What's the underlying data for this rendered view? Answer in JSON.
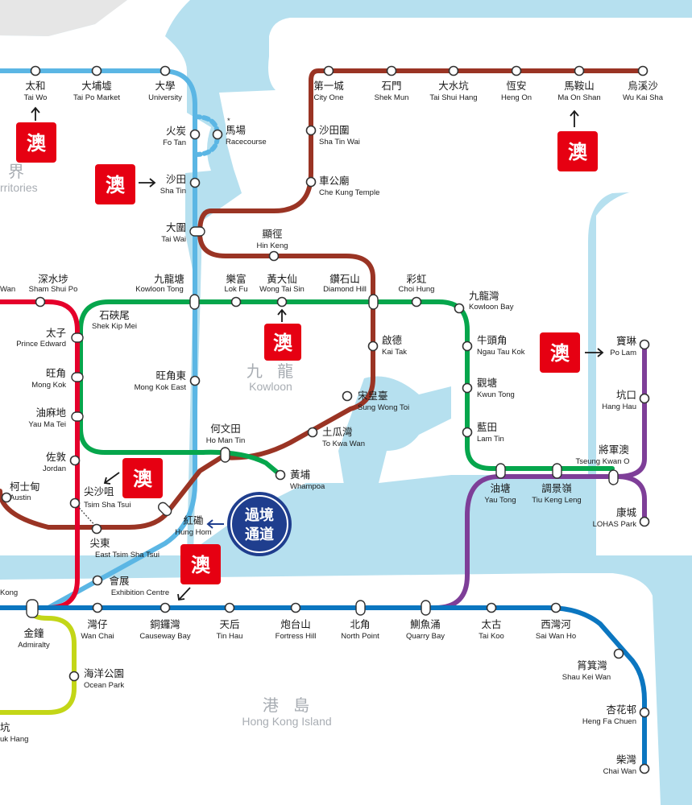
{
  "colors": {
    "water": "#b6e0ef",
    "land": "#ffffff",
    "land_grey": "#e6e6e6",
    "east_rail": "#5bb6e4",
    "tuen_ma": "#9a3424",
    "kwun_tong": "#06a64c",
    "tsuen_wan": "#e5002b",
    "tseung_kwan_o": "#7e3e98",
    "island": "#0b76c0",
    "south_island": "#c3d617",
    "seal": "#e60012",
    "border_badge": "#1f3e8e"
  },
  "districts": {
    "new_territories": {
      "zh": "界",
      "en": "rritories"
    },
    "kowloon": {
      "zh": "九 龍",
      "en": "Kowloon"
    },
    "hong_kong_island": {
      "zh": "港 島",
      "en": "Hong Kong Island"
    }
  },
  "stations": {
    "tai_wo": {
      "zh": "太和",
      "en": "Tai Wo"
    },
    "tai_po_market": {
      "zh": "大埔墟",
      "en": "Tai Po Market"
    },
    "university": {
      "zh": "大學",
      "en": "University"
    },
    "fo_tan": {
      "zh": "火炭",
      "en": "Fo Tan"
    },
    "racecourse": {
      "zh": "馬場",
      "en": "Racecourse",
      "mark": "*"
    },
    "sha_tin": {
      "zh": "沙田",
      "en": "Sha Tin"
    },
    "tai_wai": {
      "zh": "大圍",
      "en": "Tai Wai"
    },
    "city_one": {
      "zh": "第一城",
      "en": "City One"
    },
    "shek_mun": {
      "zh": "石門",
      "en": "Shek Mun"
    },
    "tai_shui_hang": {
      "zh": "大水坑",
      "en": "Tai Shui Hang"
    },
    "heng_on": {
      "zh": "恆安",
      "en": "Heng On"
    },
    "ma_on_shan": {
      "zh": "馬鞍山",
      "en": "Ma On Shan"
    },
    "wu_kai_sha": {
      "zh": "烏溪沙",
      "en": "Wu Kai Sha"
    },
    "sha_tin_wai": {
      "zh": "沙田圍",
      "en": "Sha Tin Wai"
    },
    "che_kung_temple": {
      "zh": "車公廟",
      "en": "Che Kung Temple"
    },
    "hin_keng": {
      "zh": "顯徑",
      "en": "Hin Keng"
    },
    "lai_wan_partial": {
      "zh": "",
      "en": "Wan"
    },
    "sham_shui_po": {
      "zh": "深水埗",
      "en": "Sham Shui Po"
    },
    "kowloon_tong": {
      "zh": "九龍塘",
      "en": "Kowloon Tong"
    },
    "lok_fu": {
      "zh": "樂富",
      "en": "Lok Fu"
    },
    "wong_tai_sin": {
      "zh": "黃大仙",
      "en": "Wong Tai Sin"
    },
    "diamond_hill": {
      "zh": "鑽石山",
      "en": "Diamond Hill"
    },
    "choi_hung": {
      "zh": "彩虹",
      "en": "Choi Hung"
    },
    "kowloon_bay": {
      "zh": "九龍灣",
      "en": "Kowloon Bay"
    },
    "shek_kip_mei": {
      "zh": "石硤尾",
      "en": "Shek Kip Mei"
    },
    "prince_edward": {
      "zh": "太子",
      "en": "Prince Edward"
    },
    "kai_tak": {
      "zh": "啟德",
      "en": "Kai Tak"
    },
    "ngau_tau_kok": {
      "zh": "牛頭角",
      "en": "Ngau Tau Kok"
    },
    "po_lam": {
      "zh": "寶琳",
      "en": "Po Lam"
    },
    "mong_kok": {
      "zh": "旺角",
      "en": "Mong Kok"
    },
    "mong_kok_east": {
      "zh": "旺角東",
      "en": "Mong Kok East"
    },
    "kwun_tong": {
      "zh": "觀塘",
      "en": "Kwun Tong"
    },
    "hang_hau": {
      "zh": "坑口",
      "en": "Hang Hau"
    },
    "sung_wong_toi": {
      "zh": "宋皇臺",
      "en": "Sung Wong Toi"
    },
    "yau_ma_tei": {
      "zh": "油麻地",
      "en": "Yau Ma Tei"
    },
    "to_kwa_wan": {
      "zh": "土瓜灣",
      "en": "To Kwa Wan"
    },
    "ho_man_tin": {
      "zh": "何文田",
      "en": "Ho Man Tin"
    },
    "lam_tin": {
      "zh": "藍田",
      "en": "Lam Tin"
    },
    "tseung_kwan_o": {
      "zh": "將軍澳",
      "en": "Tseung Kwan O"
    },
    "jordan": {
      "zh": "佐敦",
      "en": "Jordan"
    },
    "whampoa": {
      "zh": "黃埔",
      "en": "Whampoa"
    },
    "austin": {
      "zh": "柯士甸",
      "en": "Austin"
    },
    "tsim_sha_tsui": {
      "zh": "尖沙咀",
      "en": "Tsim Sha Tsui"
    },
    "yau_tong": {
      "zh": "油塘",
      "en": "Yau Tong"
    },
    "tiu_keng_leng": {
      "zh": "調景嶺",
      "en": "Tiu Keng Leng"
    },
    "hung_hom": {
      "zh": "紅磡",
      "en": "Hung Hom"
    },
    "lohas_park": {
      "zh": "康城",
      "en": "LOHAS Park"
    },
    "east_tsim_sha_tsui": {
      "zh": "尖東",
      "en": "East Tsim Sha Tsui"
    },
    "exhibition_centre": {
      "zh": "會展",
      "en": "Exhibition Centre"
    },
    "hong_kong_partial": {
      "zh": "",
      "en": "Kong"
    },
    "admiralty": {
      "zh": "金鐘",
      "en": "Admiralty"
    },
    "wan_chai": {
      "zh": "灣仔",
      "en": "Wan Chai"
    },
    "causeway_bay": {
      "zh": "銅鑼灣",
      "en": "Causeway Bay"
    },
    "tin_hau": {
      "zh": "天后",
      "en": "Tin Hau"
    },
    "fortress_hill": {
      "zh": "炮台山",
      "en": "Fortress Hill"
    },
    "north_point": {
      "zh": "北角",
      "en": "North Point"
    },
    "quarry_bay": {
      "zh": "鰂魚涌",
      "en": "Quarry Bay"
    },
    "tai_koo": {
      "zh": "太古",
      "en": "Tai Koo"
    },
    "sai_wan_ho": {
      "zh": "西灣河",
      "en": "Sai Wan Ho"
    },
    "shau_kei_wan": {
      "zh": "筲箕灣",
      "en": "Shau Kei Wan"
    },
    "ocean_park": {
      "zh": "海洋公園",
      "en": "Ocean Park"
    },
    "heng_fa_chuen": {
      "zh": "杏花邨",
      "en": "Heng Fa Chuen"
    },
    "wong_chuk_hang_partial": {
      "zh": "坑",
      "en": "uk Hang"
    },
    "chai_wan": {
      "zh": "柴灣",
      "en": "Chai Wan"
    }
  },
  "seals": {
    "glyph": "澳"
  },
  "border_crossing": {
    "line1": "過境",
    "line2": "通道"
  }
}
